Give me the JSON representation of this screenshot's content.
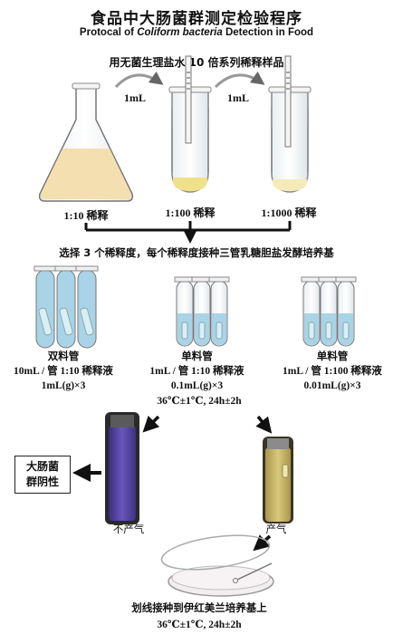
{
  "title": "食品中大肠菌群测定检验程序",
  "subtitle": {
    "pre": "Protocal of ",
    "italic": "Coliform bacteria",
    "post": " Detection in Food"
  },
  "step1": "用无菌生理盐水 10 倍系列稀释样品",
  "transfer_labels": [
    "1mL",
    "1mL"
  ],
  "dilutions": [
    "1:10 稀释",
    "1:100 稀释",
    "1:1000 稀释"
  ],
  "step2": "选择 3 个稀释度，每个稀释度接种三管乳糖胆盐发酵培养基",
  "tube_sets": [
    {
      "type": "双料管",
      "line1": "10mL / 管 1:10 稀释液",
      "line2": "1mL(g)×3"
    },
    {
      "type": "单料管",
      "line1": "1mL / 管 1:10 稀释液",
      "line2": "0.1mL(g)×3"
    },
    {
      "type": "单料管",
      "line1": "1mL / 管 1:100 稀释液",
      "line2": "0.01mL(g)×3"
    }
  ],
  "incubation1": "36℃±1℃, 24h±2h",
  "result_box": {
    "line1": "大肠菌",
    "line2": "群阴性"
  },
  "no_gas": "不产气",
  "gas": "产气",
  "step3": "划线接种到伊红美兰培养基上",
  "incubation2": "36℃±1℃, 24h±2h",
  "colors": {
    "broth_yellow": "#f3dfb0",
    "tube_blue": "#a9d3e6",
    "purple_medium": "#6a57b8",
    "olive_medium": "#cdbb6a"
  }
}
